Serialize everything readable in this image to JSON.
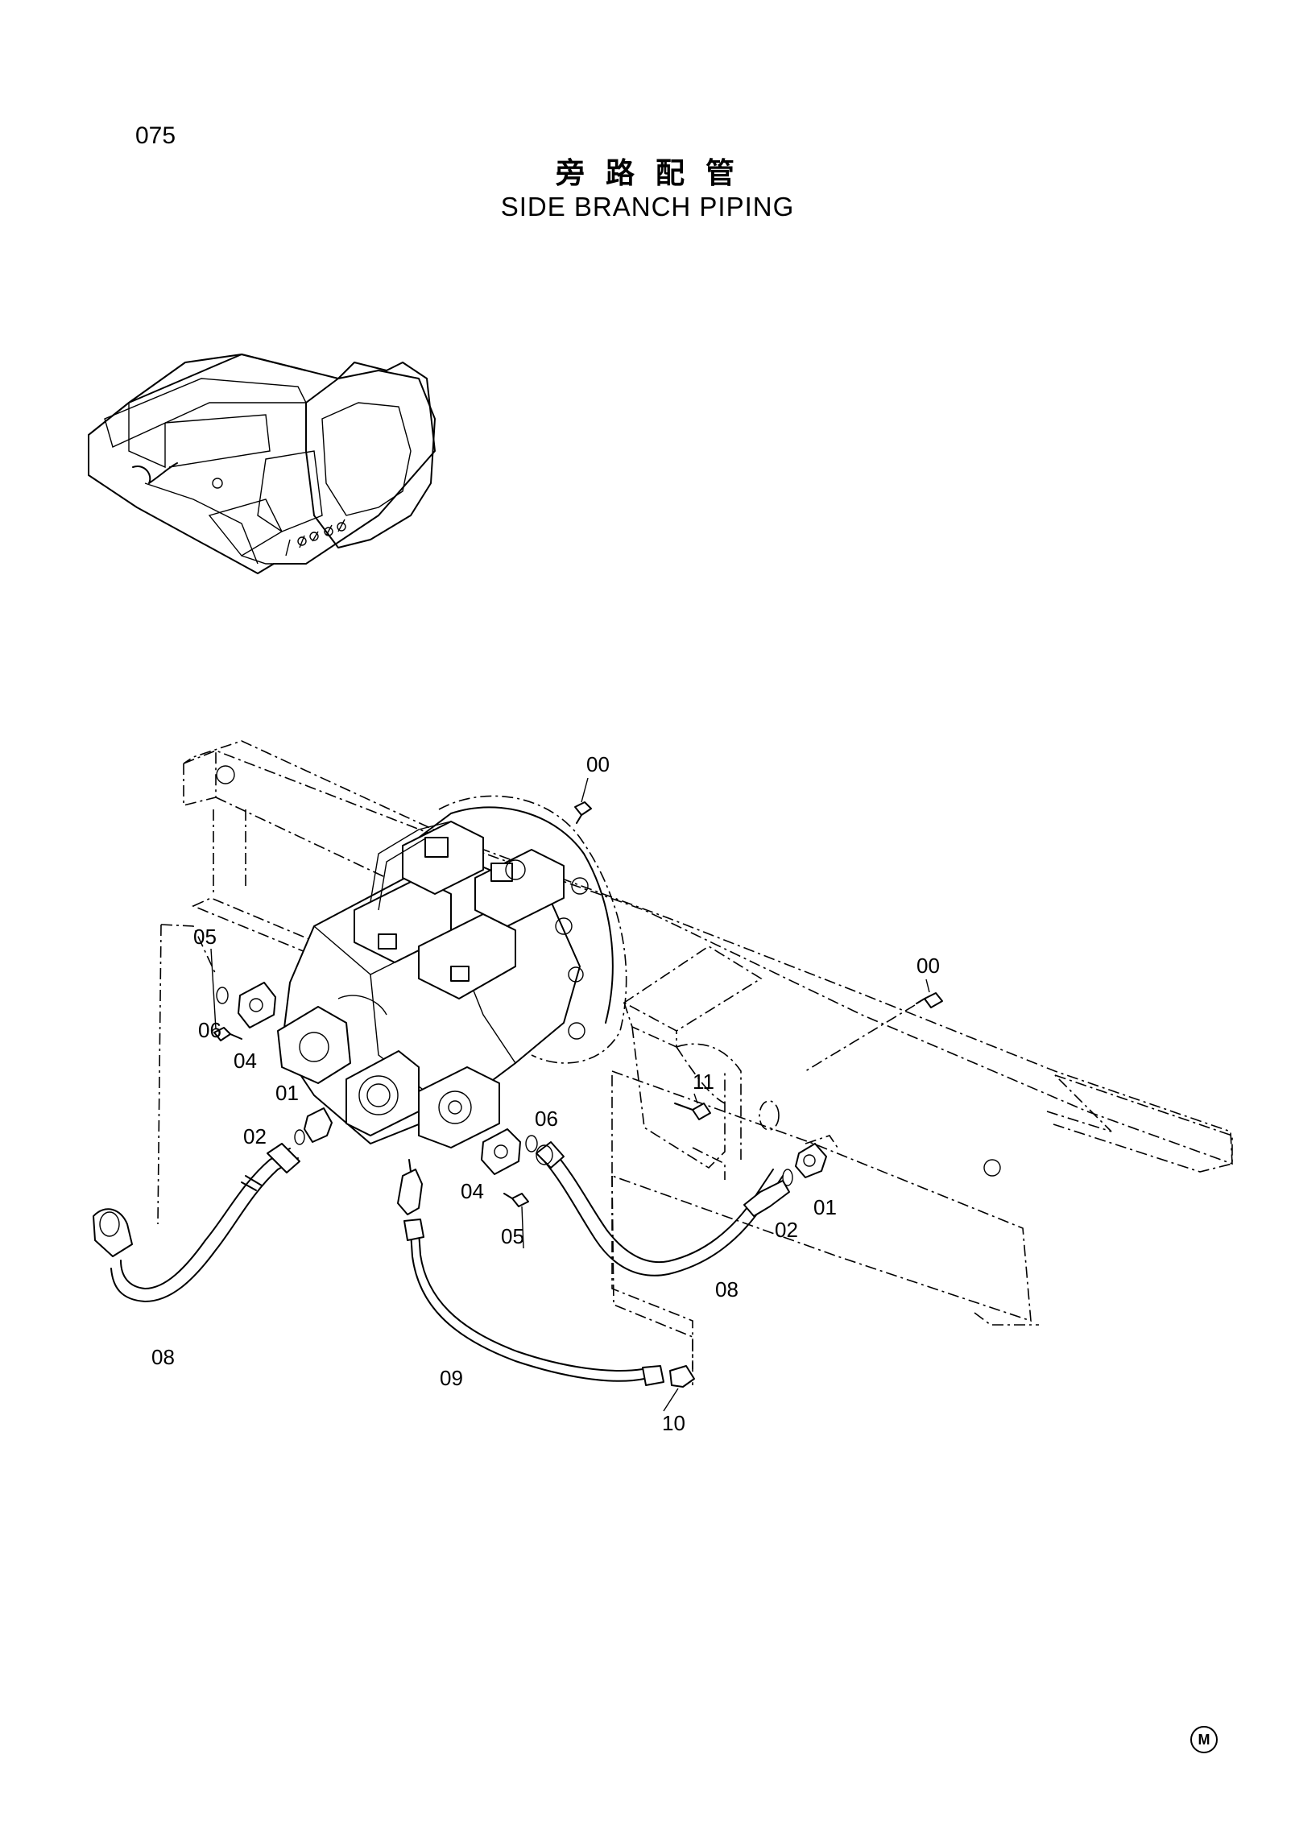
{
  "header": {
    "page_number": "075",
    "title_cn": "旁路配管",
    "title_en": "SIDE BRANCH PIPING"
  },
  "callouts": [
    {
      "id": "c-00-top",
      "text": "00"
    },
    {
      "id": "c-00-right",
      "text": "00"
    },
    {
      "id": "c-05-left",
      "text": "05"
    },
    {
      "id": "c-06-left",
      "text": "06"
    },
    {
      "id": "c-04-left",
      "text": "04"
    },
    {
      "id": "c-01-left",
      "text": "01"
    },
    {
      "id": "c-02-left",
      "text": "02"
    },
    {
      "id": "c-08-left",
      "text": "08"
    },
    {
      "id": "c-11",
      "text": "11"
    },
    {
      "id": "c-06-mid",
      "text": "06"
    },
    {
      "id": "c-04-mid",
      "text": "04"
    },
    {
      "id": "c-05-mid",
      "text": "05"
    },
    {
      "id": "c-01-right",
      "text": "01"
    },
    {
      "id": "c-02-right",
      "text": "02"
    },
    {
      "id": "c-08-right",
      "text": "08"
    },
    {
      "id": "c-09",
      "text": "09"
    },
    {
      "id": "c-10",
      "text": "10"
    }
  ],
  "footer": {
    "mark": "M"
  }
}
